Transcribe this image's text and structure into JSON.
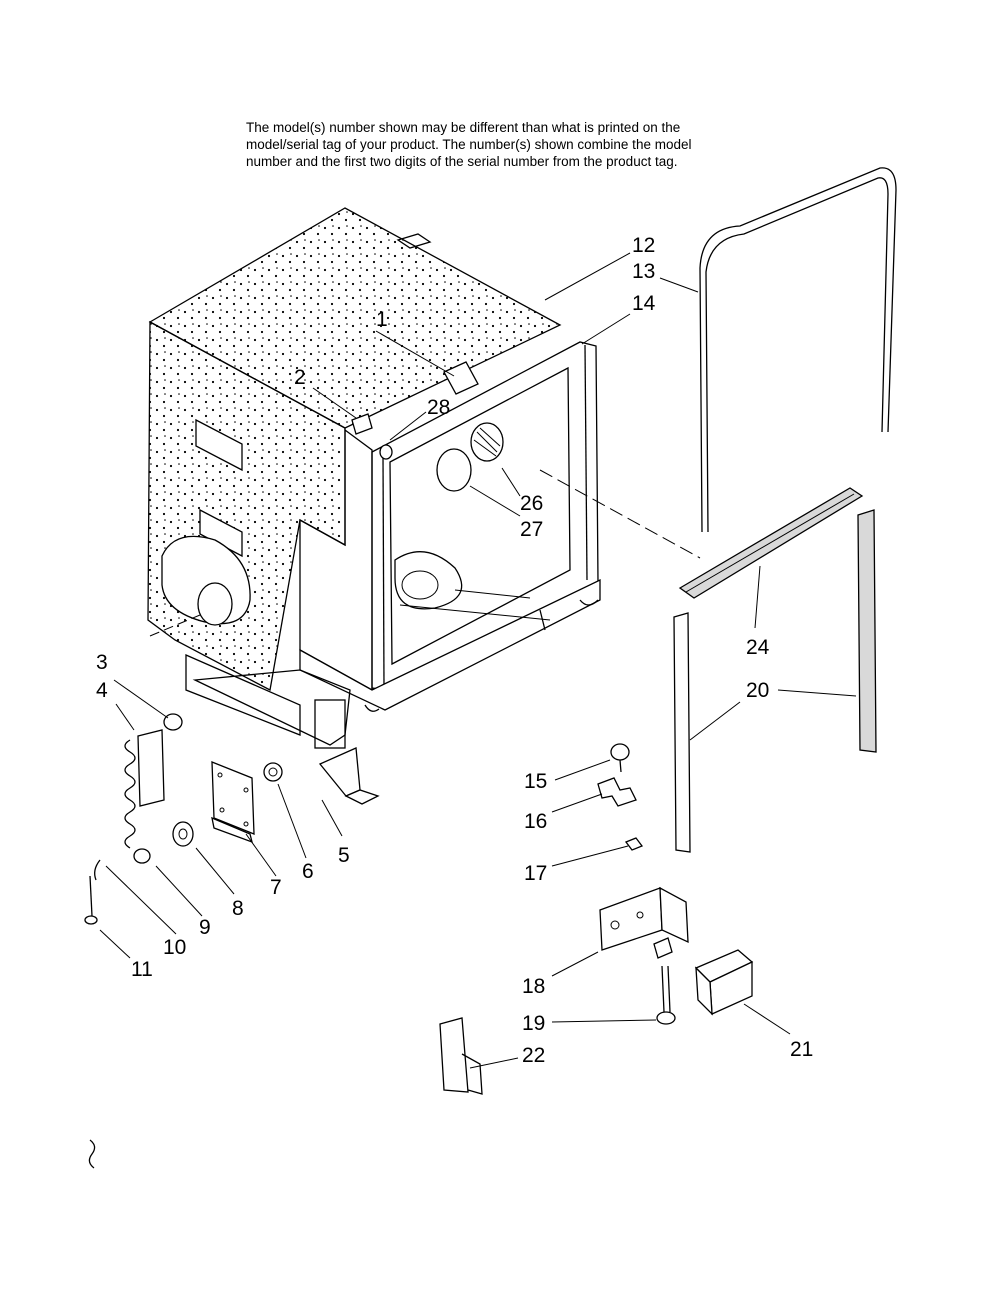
{
  "note": {
    "line1": "The model(s) number shown may be different than what is printed on the",
    "line2": "model/serial tag of your product. The number(s) shown combine the model",
    "line3": "number and the first two digits of the serial number from the product tag."
  },
  "callouts": {
    "c1": "1",
    "c2": "2",
    "c3": "3",
    "c4": "4",
    "c5": "5",
    "c6": "6",
    "c7": "7",
    "c8": "8",
    "c9": "9",
    "c10": "10",
    "c11": "11",
    "c12": "12",
    "c13": "13",
    "c14": "14",
    "c15": "15",
    "c16": "16",
    "c17": "17",
    "c18": "18",
    "c19": "19",
    "c20": "20",
    "c21": "21",
    "c22": "22",
    "c24": "24",
    "c26": "26",
    "c27": "27",
    "c28": "28"
  }
}
